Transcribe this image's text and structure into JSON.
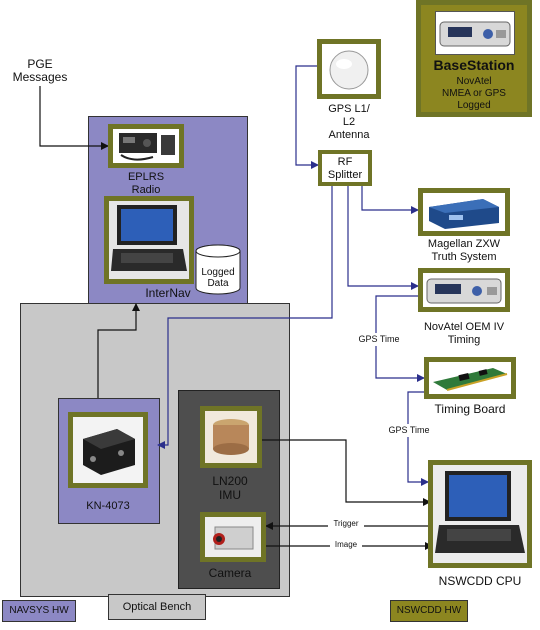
{
  "pge": {
    "line1": "PGE",
    "line2": "Messages"
  },
  "internav": {
    "eplrs_line1": "EPLRS",
    "eplrs_line2": "Radio",
    "logged_line1": "Logged",
    "logged_line2": "Data",
    "title": "InterNav"
  },
  "gps_antenna": {
    "line1": "GPS L1/",
    "line2": "L2",
    "line3": "Antenna"
  },
  "rf_splitter": {
    "line1": "RF",
    "line2": "Splitter"
  },
  "basestation": {
    "title": "BaseStation",
    "line1": "NovAtel",
    "line2": "NMEA or GPS",
    "line3": "Logged"
  },
  "magellan": {
    "line1": "Magellan ZXW",
    "line2": "Truth System"
  },
  "novatel_oem": {
    "line1": "NovAtel OEM IV",
    "line2": "Timing"
  },
  "timing_board": {
    "label": "Timing Board"
  },
  "gps_time_1": "GPS Time",
  "gps_time_2": "GPS Time",
  "kn": {
    "label": "KN-4073"
  },
  "imu": {
    "line1": "LN200",
    "line2": "IMU"
  },
  "camera": {
    "label": "Camera"
  },
  "trigger": "Trigger",
  "image": "Image",
  "nswcdd_cpu": {
    "label": "NSWCDD CPU"
  },
  "legend": {
    "navsys": "NAVSYS HW",
    "optical": "Optical Bench",
    "nswcdd": "NSWCDD HW"
  },
  "colors": {
    "navsys_fill": "#8c88c4",
    "optical_fill": "#c8c8c8",
    "dark_fill": "#4e4e4e",
    "olive_border": "#6f7426",
    "nswcdd_fill": "#8c8620",
    "link_blue": "#2b2f8c"
  }
}
